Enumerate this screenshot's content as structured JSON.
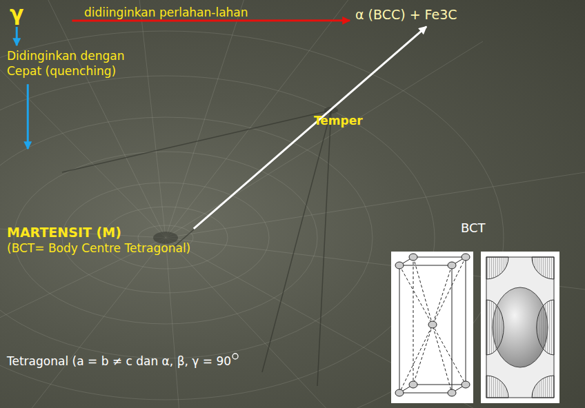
{
  "diagram": {
    "nodes": [
      {
        "text": [
          "γ"
        ]
      },
      {
        "text": [
          "α (BCC) + Fe3C"
        ]
      },
      {
        "text": [
          "Didinginkan dengan Cepat (quenching)"
        ]
      },
      {
        "text": [
          "MARTENSIT (M)",
          "(BCT= Body Centre Tetragonal)"
        ]
      }
    ],
    "edges": [
      {
        "from": 0,
        "to": 1,
        "arrow": "to",
        "label": "didiinginkan perlahan-lahan"
      },
      {
        "from": 0,
        "to": 2,
        "arrow": "to"
      },
      {
        "from": 2,
        "to": 3,
        "arrow": "to"
      },
      {
        "from": 3,
        "to": 1,
        "arrow": "to",
        "label": "Temper"
      }
    ],
    "labels": [
      "BCT",
      "Tetragonal (a = b ≠ c dan α, β, γ = 90"
    ]
  }
}
